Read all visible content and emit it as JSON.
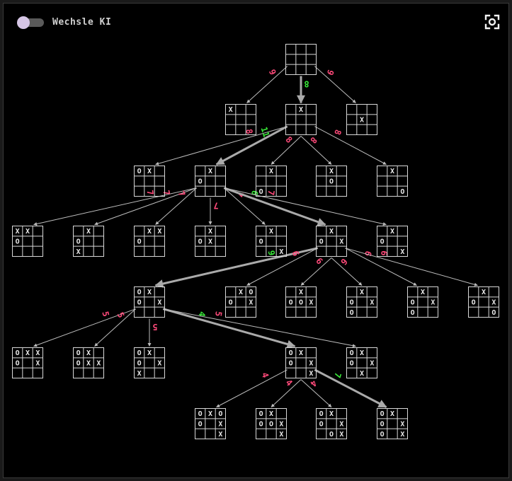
{
  "header": {
    "toggle_label": "Wechsle KI",
    "toggle_on": false
  },
  "icons": {
    "toggle": "toggle-switch-icon",
    "focus": "focus-scan-icon"
  },
  "colors": {
    "background": "#000000",
    "board": "#d8d8d8",
    "edge": "#bdbdbd",
    "score_default": "#ff4a7a",
    "score_best": "#38e838"
  },
  "tree": {
    "nodes": [
      {
        "id": "n0",
        "board": "         "
      },
      {
        "id": "n1a",
        "board": "X        "
      },
      {
        "id": "n1b",
        "board": " X       "
      },
      {
        "id": "n1c",
        "board": "    X    "
      },
      {
        "id": "n2a",
        "board": "OX       "
      },
      {
        "id": "n2b",
        "board": " X O     "
      },
      {
        "id": "n2c",
        "board": " X    O  "
      },
      {
        "id": "n2d",
        "board": " X  O    "
      },
      {
        "id": "n2e",
        "board": " X      O"
      },
      {
        "id": "n3a",
        "board": "XX O     "
      },
      {
        "id": "n3b",
        "board": " X O  X  "
      },
      {
        "id": "n3c",
        "board": " XXO     "
      },
      {
        "id": "n3d",
        "board": " X OX    "
      },
      {
        "id": "n3e",
        "board": " X O    X"
      },
      {
        "id": "n3f",
        "board": " X O X   "
      },
      {
        "id": "n3g",
        "board": " X O    X"
      },
      {
        "id": "n4a",
        "board": "OX O X   "
      },
      {
        "id": "n4b",
        "board": " XOO X   "
      },
      {
        "id": "n4c",
        "board": " X OOX   "
      },
      {
        "id": "n4d",
        "board": " X O XO  "
      },
      {
        "id": "n4e",
        "board": " X O XO  "
      },
      {
        "id": "n4f",
        "board": " X O X  O"
      },
      {
        "id": "n5a",
        "board": "OXXO X   "
      },
      {
        "id": "n5b",
        "board": "OX OXX   "
      },
      {
        "id": "n5c",
        "board": "OX O XX  "
      },
      {
        "id": "n5d",
        "board": "OX O X  X"
      },
      {
        "id": "n5e",
        "board": "OX O X X "
      },
      {
        "id": "n6a",
        "board": "OXOO X  X"
      },
      {
        "id": "n6b",
        "board": "OX OOX  X"
      },
      {
        "id": "n6c",
        "board": "OX O X OX"
      },
      {
        "id": "n6d",
        "board": "OX O XO X"
      }
    ],
    "edges": [
      {
        "from": "n0",
        "to": "n1a",
        "score": "9",
        "best": false
      },
      {
        "from": "n0",
        "to": "n1b",
        "score": "8",
        "best": true
      },
      {
        "from": "n0",
        "to": "n1c",
        "score": "9",
        "best": false
      },
      {
        "from": "n1b",
        "to": "n2a",
        "score": "8",
        "best": false
      },
      {
        "from": "n1b",
        "to": "n2b",
        "score": "11",
        "best": true
      },
      {
        "from": "n1b",
        "to": "n2c",
        "score": "8",
        "best": false
      },
      {
        "from": "n1b",
        "to": "n2d",
        "score": "8",
        "best": false
      },
      {
        "from": "n1b",
        "to": "n2e",
        "score": "8",
        "best": false
      },
      {
        "from": "n2b",
        "to": "n3a",
        "score": "7",
        "best": false
      },
      {
        "from": "n2b",
        "to": "n3b",
        "score": "7",
        "best": false
      },
      {
        "from": "n2b",
        "to": "n3c",
        "score": "7",
        "best": false
      },
      {
        "from": "n2b",
        "to": "n3d",
        "score": "7",
        "best": false
      },
      {
        "from": "n2b",
        "to": "n3e",
        "score": "7",
        "best": false
      },
      {
        "from": "n2b",
        "to": "n3f",
        "score": "6",
        "best": true
      },
      {
        "from": "n2b",
        "to": "n3g",
        "score": "7",
        "best": false
      },
      {
        "from": "n3f",
        "to": "n4a",
        "score": "9",
        "best": true
      },
      {
        "from": "n3f",
        "to": "n4b",
        "score": "6",
        "best": false
      },
      {
        "from": "n3f",
        "to": "n4c",
        "score": "6",
        "best": false
      },
      {
        "from": "n3f",
        "to": "n4d",
        "score": "6",
        "best": false
      },
      {
        "from": "n3f",
        "to": "n4e",
        "score": "6",
        "best": false
      },
      {
        "from": "n3f",
        "to": "n4f",
        "score": "6",
        "best": false
      },
      {
        "from": "n4a",
        "to": "n5a",
        "score": "5",
        "best": false
      },
      {
        "from": "n4a",
        "to": "n5b",
        "score": "5",
        "best": false
      },
      {
        "from": "n4a",
        "to": "n5c",
        "score": "5",
        "best": false
      },
      {
        "from": "n4a",
        "to": "n5d",
        "score": "4",
        "best": true
      },
      {
        "from": "n4a",
        "to": "n5e",
        "score": "5",
        "best": false
      },
      {
        "from": "n5d",
        "to": "n6a",
        "score": "4",
        "best": false
      },
      {
        "from": "n5d",
        "to": "n6b",
        "score": "4",
        "best": false
      },
      {
        "from": "n5d",
        "to": "n6c",
        "score": "4",
        "best": false
      },
      {
        "from": "n5d",
        "to": "n6d",
        "score": "7",
        "best": true
      }
    ]
  }
}
